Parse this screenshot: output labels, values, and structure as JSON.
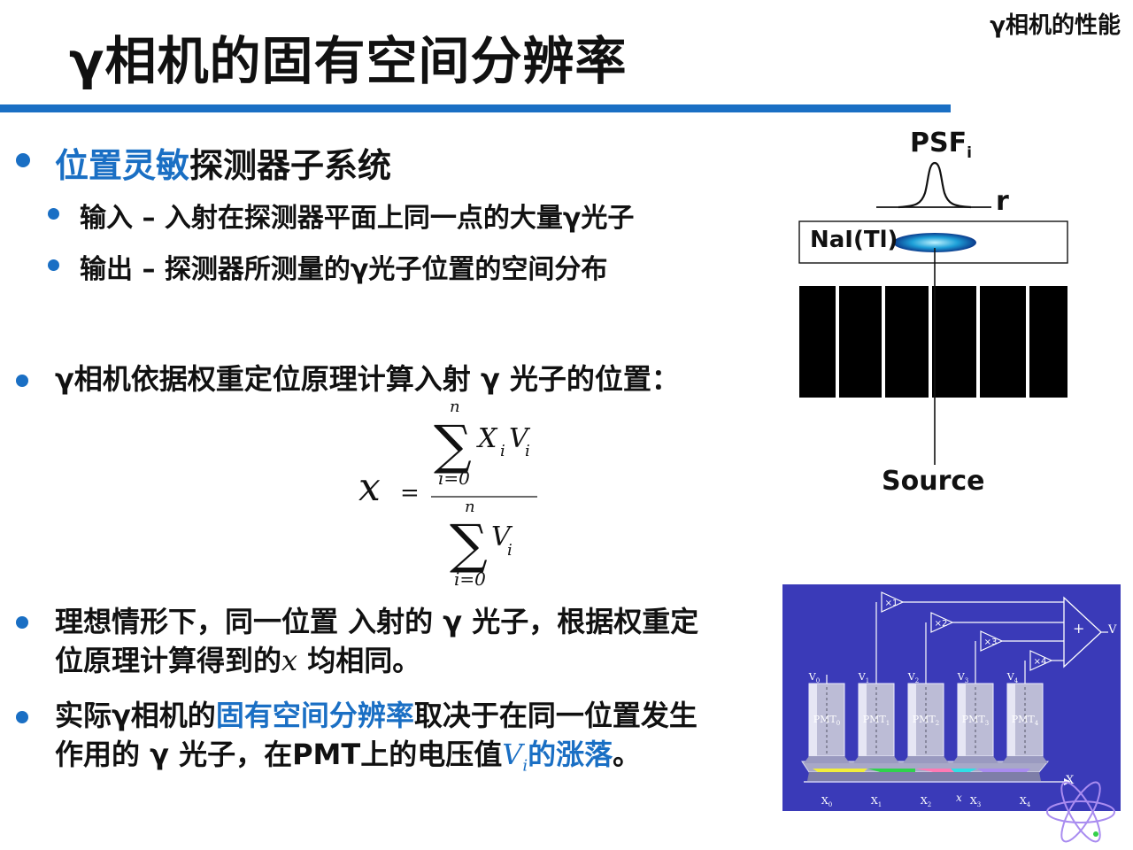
{
  "slide": {
    "title": "γ相机的固有空间分辨率",
    "corner_label": "γ相机的性能",
    "colors": {
      "accent": "#1a6fc4",
      "text": "#111111",
      "panel_bg": "#3a3ab8"
    }
  },
  "bullets": {
    "b1": {
      "highlight": "位置灵敏",
      "rest": "探测器子系统"
    },
    "b1_sub1": "输入 – 入射在探测器平面上同一点的大量γ光子",
    "b1_sub2": "输出 – 探测器所测量的γ光子位置的空间分布",
    "b2": "γ相机依据权重定位原理计算入射 γ 光子的位置：",
    "b3": {
      "line1": "理想情形下，同一位置 入射的 γ 光子，根据权重定",
      "line2_a": "位原理计算得到的",
      "var_x": "x",
      "line2_b": " 均相同。"
    },
    "b4": {
      "part1": "实际γ相机的",
      "highlight": "固有空间分辨率",
      "part2": "取决于在同一位置发生",
      "line2_a": "作用的 γ 光子，在PMT上的电压值",
      "var": "V",
      "sub": "i",
      "line2_b": "的涨落",
      "period": "。"
    }
  },
  "formula": {
    "lhs": "x",
    "eq": "=",
    "num_top": "n",
    "num_expr_X": "X",
    "num_expr_i1": "i",
    "num_expr_V": "V",
    "num_expr_i2": "i",
    "num_bottom": "i=0",
    "den_top": "n",
    "den_expr_V": "V",
    "den_expr_i": "i",
    "den_bottom": "i=0",
    "sigma": "∑"
  },
  "detector_diagram": {
    "psf_label": "PSF",
    "psf_sub": "i",
    "r_label": "r",
    "crystal_label": "NaI(Tl)",
    "source_label": "Source",
    "collimator_septa": 5
  },
  "pmt_diagram": {
    "pmts": [
      {
        "label": "PMT",
        "sub": "0",
        "v": "V",
        "vsub": "0",
        "x": "X",
        "xsub": "0"
      },
      {
        "label": "PMT",
        "sub": "1",
        "v": "V",
        "vsub": "1",
        "x": "X",
        "xsub": "1"
      },
      {
        "label": "PMT",
        "sub": "2",
        "v": "V",
        "vsub": "2",
        "x": "X",
        "xsub": "2"
      },
      {
        "label": "PMT",
        "sub": "3",
        "v": "V",
        "vsub": "3",
        "x": "X",
        "xsub": "3"
      },
      {
        "label": "PMT",
        "sub": "4",
        "v": "V",
        "vsub": "4",
        "x": "X",
        "xsub": "4"
      }
    ],
    "multipliers": [
      "×1",
      "×2",
      "×3",
      "×4"
    ],
    "sum_sign": "+",
    "output": "V",
    "axis": "X",
    "event_x": "x"
  }
}
